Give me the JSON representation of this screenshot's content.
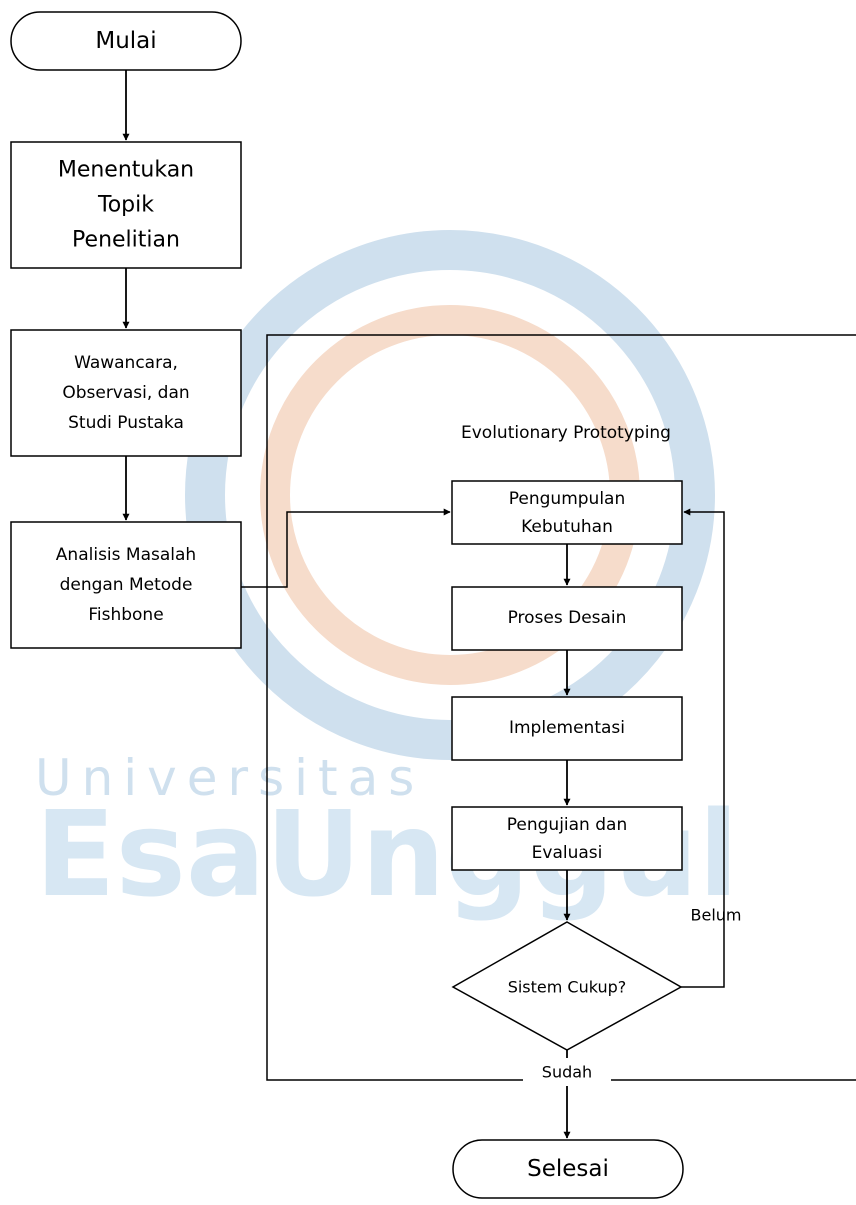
{
  "watermark": {
    "line1": "Universitas",
    "line2": "EsaUnggul",
    "colors": {
      "blue": "#cfe0ee",
      "orange": "#f6dccb"
    }
  },
  "colors": {
    "stroke": "#000000",
    "fill": "#ffffff",
    "text": "#000000"
  },
  "nodes": {
    "start": "Mulai",
    "topic": [
      "Menentukan",
      "Topik",
      "Penelitian"
    ],
    "collect": [
      "Wawancara,",
      "Observasi, dan",
      "Studi Pustaka"
    ],
    "analysis": [
      "Analisis Masalah",
      "dengan Metode",
      "Fishbone"
    ],
    "group_title": "Evolutionary Prototyping",
    "requirements": [
      "Pengumpulan",
      "Kebutuhan"
    ],
    "design": "Proses Desain",
    "implementation": "Implementasi",
    "testing": [
      "Pengujian dan",
      "Evaluasi"
    ],
    "decision": "Sistem Cukup?",
    "end": "Selesai"
  },
  "edge_labels": {
    "no": "Belum",
    "yes": "Sudah"
  }
}
